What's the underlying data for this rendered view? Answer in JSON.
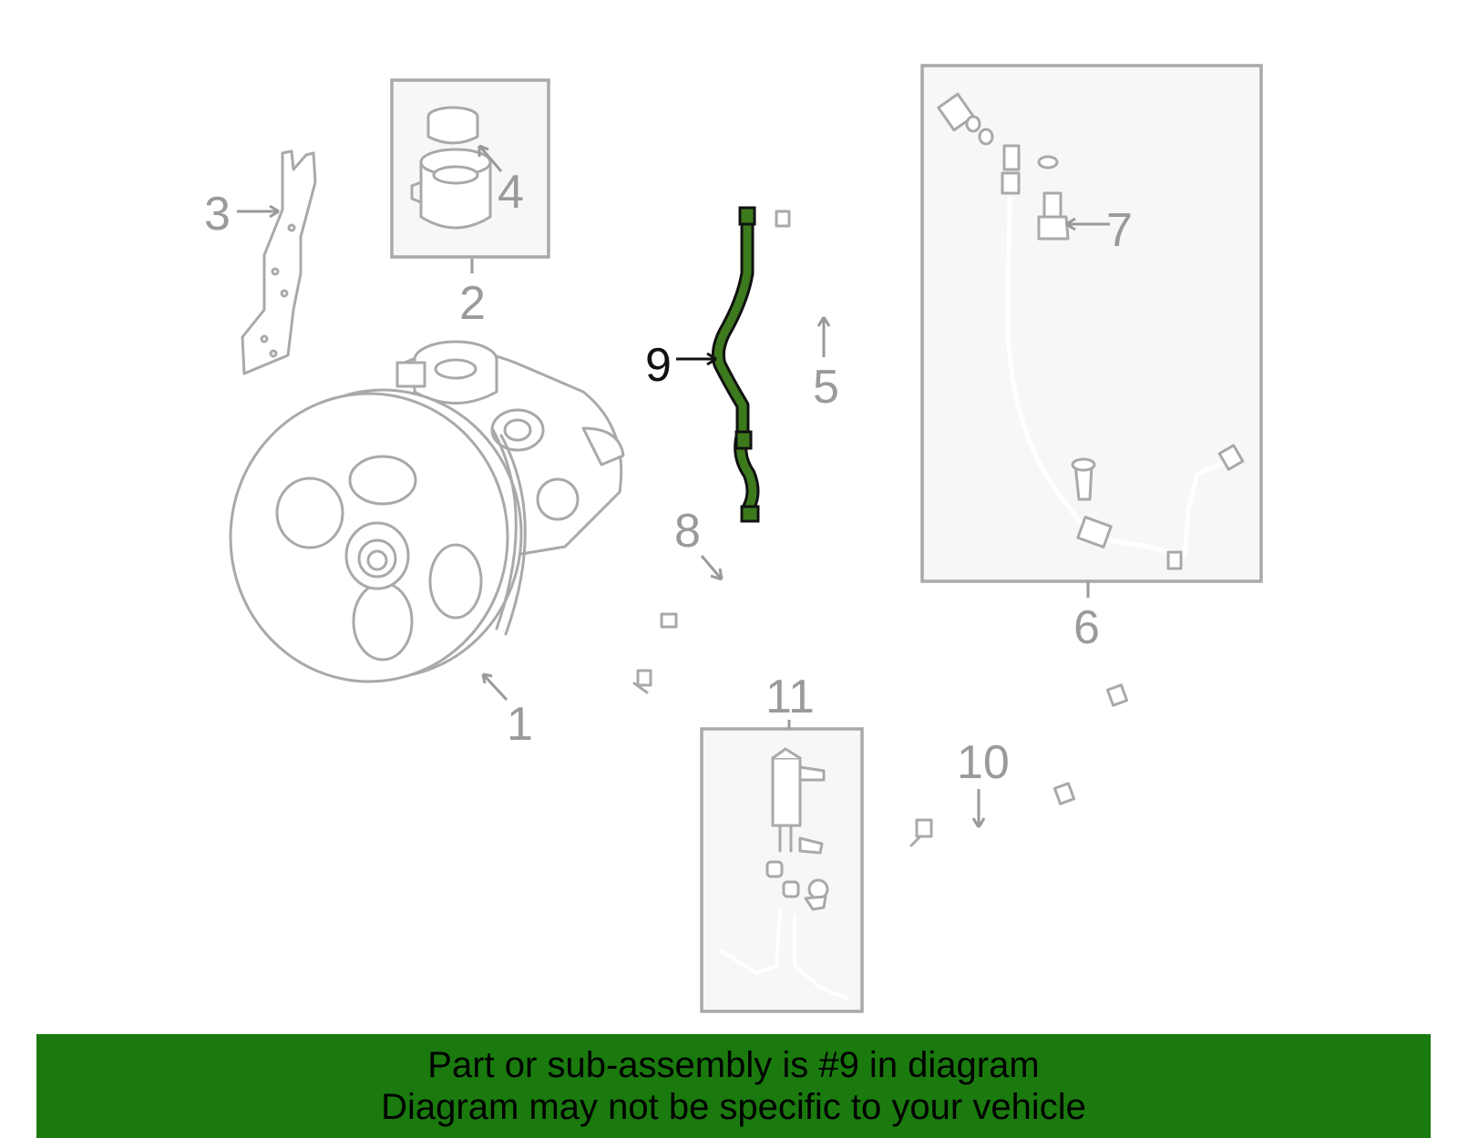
{
  "colors": {
    "highlight_part": "#3d7a1e",
    "banner_background": "#1a7a0e",
    "part_stroke": "#a9a9a9",
    "label_gray": "#9a9a9a"
  },
  "callouts": {
    "c1": "1",
    "c2": "2",
    "c3": "3",
    "c4": "4",
    "c5": "5",
    "c6": "6",
    "c7": "7",
    "c8": "8",
    "c9": "9",
    "c10": "10",
    "c11": "11"
  },
  "highlighted_part": "9",
  "banner": {
    "line1": "Part or sub-assembly is #9 in diagram",
    "line2": "Diagram may not be specific to your vehicle"
  }
}
